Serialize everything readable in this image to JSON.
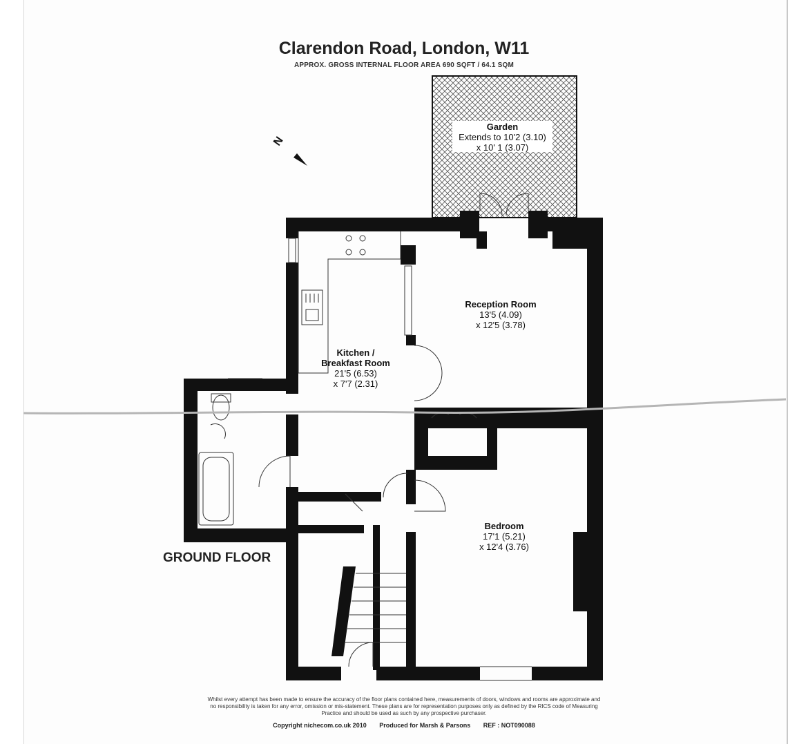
{
  "header": {
    "title": "Clarendon Road, London, W11",
    "subtitle": "APPROX. GROSS INTERNAL FLOOR AREA 690 SQFT / 64.1 SQM"
  },
  "compass": {
    "letter": "N"
  },
  "rooms": {
    "garden": {
      "name": "Garden",
      "dim1": "Extends to 10'2 (3.10)",
      "dim2": "x 10' 1 (3.07)"
    },
    "reception": {
      "name": "Reception Room",
      "dim1": "13'5 (4.09)",
      "dim2": "x 12'5 (3.78)"
    },
    "kitchen": {
      "name1": "Kitchen /",
      "name2": "Breakfast Room",
      "dim1": "21'5 (6.53)",
      "dim2": "x 7'7 (2.31)"
    },
    "bedroom": {
      "name": "Bedroom",
      "dim1": "17'1 (5.21)",
      "dim2": "x 12'4 (3.76)"
    }
  },
  "floor_label": "GROUND FLOOR",
  "footer": {
    "disclaimer": "Whilst every attempt has been made to ensure the accuracy of the floor plans contained here, measurements of doors, windows and rooms are approximate and no responsibility is taken for any error, omission or mis-statement. These plans are for representation purposes only as defined by the RICS code of Measuring Practice and should be used as such by any prospective purchaser.",
    "copyright": "Copyright nichecom.co.uk 2010",
    "produced": "Produced for Marsh & Parsons",
    "ref": "REF : NOT090088"
  },
  "colors": {
    "wall": "#111111",
    "line": "#333333"
  }
}
